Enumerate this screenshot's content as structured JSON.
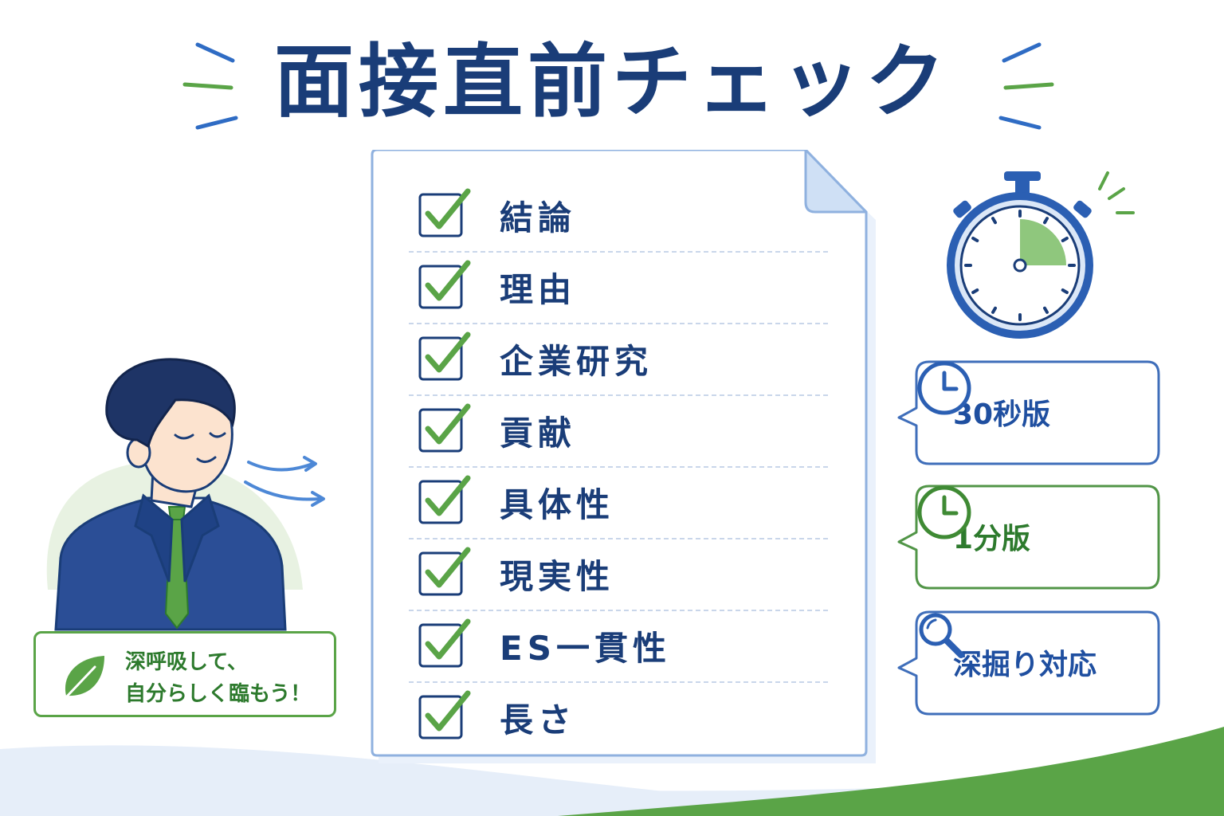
{
  "title": "面接直前チェック",
  "colors": {
    "navy": "#1a3d78",
    "blue": "#2b5fb3",
    "light_blue": "#6f9ad8",
    "green": "#5aa447",
    "dark_green": "#2d7a2d"
  },
  "checklist": {
    "items": [
      {
        "label": "結論",
        "checked": true
      },
      {
        "label": "理由",
        "checked": true
      },
      {
        "label": "企業研究",
        "checked": true
      },
      {
        "label": "貢献",
        "checked": true
      },
      {
        "label": "具体性",
        "checked": true
      },
      {
        "label": "現実性",
        "checked": true
      },
      {
        "label": "ES一貫性",
        "checked": true
      },
      {
        "label": "長さ",
        "checked": true
      }
    ]
  },
  "stopwatch": {
    "icon": "stopwatch-icon",
    "elapsed_fraction": 0.25
  },
  "bubbles": [
    {
      "label": "30秒版",
      "icon": "clock-icon",
      "color": "#2b5fb3"
    },
    {
      "label": "1分版",
      "icon": "clock-icon",
      "color": "#3f8a34"
    },
    {
      "label": "深掘り対応",
      "icon": "magnifier-icon",
      "color": "#2b5fb3"
    }
  ],
  "tip": {
    "icon": "leaf-icon",
    "line1": "深呼吸して、",
    "line2": "自分らしく臨もう！"
  }
}
